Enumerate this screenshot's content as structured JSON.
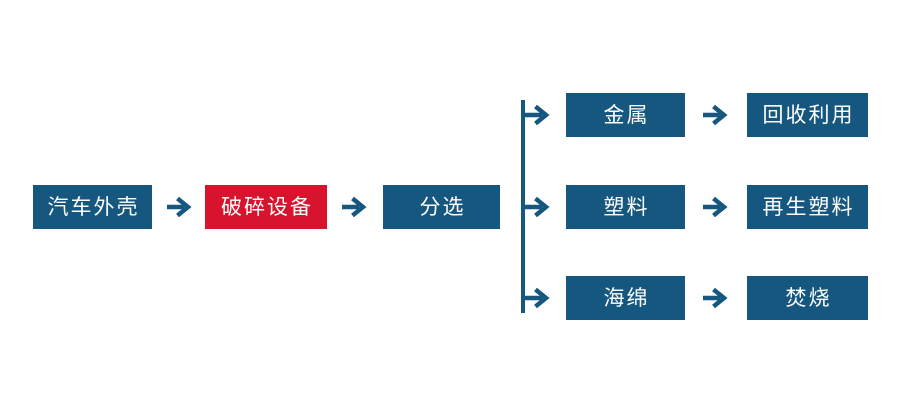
{
  "colors": {
    "box_blue": "#15577F",
    "box_red": "#D8132E",
    "arrow_blue": "#15577F",
    "text_white": "#FFFFFF",
    "background": "#FFFFFF"
  },
  "diagram": {
    "type": "flowchart",
    "direction": "left-to-right",
    "main_flow": [
      {
        "id": "car-shell",
        "label": "汽车外壳",
        "style": "blue"
      },
      {
        "id": "crushing-equipment",
        "label": "破碎设备",
        "style": "red"
      },
      {
        "id": "sorting",
        "label": "分选",
        "style": "blue"
      }
    ],
    "branches": [
      {
        "material": "金属",
        "outcome": "回收利用"
      },
      {
        "material": "塑料",
        "outcome": "再生塑料"
      },
      {
        "material": "海绵",
        "outcome": "焚烧"
      }
    ]
  }
}
